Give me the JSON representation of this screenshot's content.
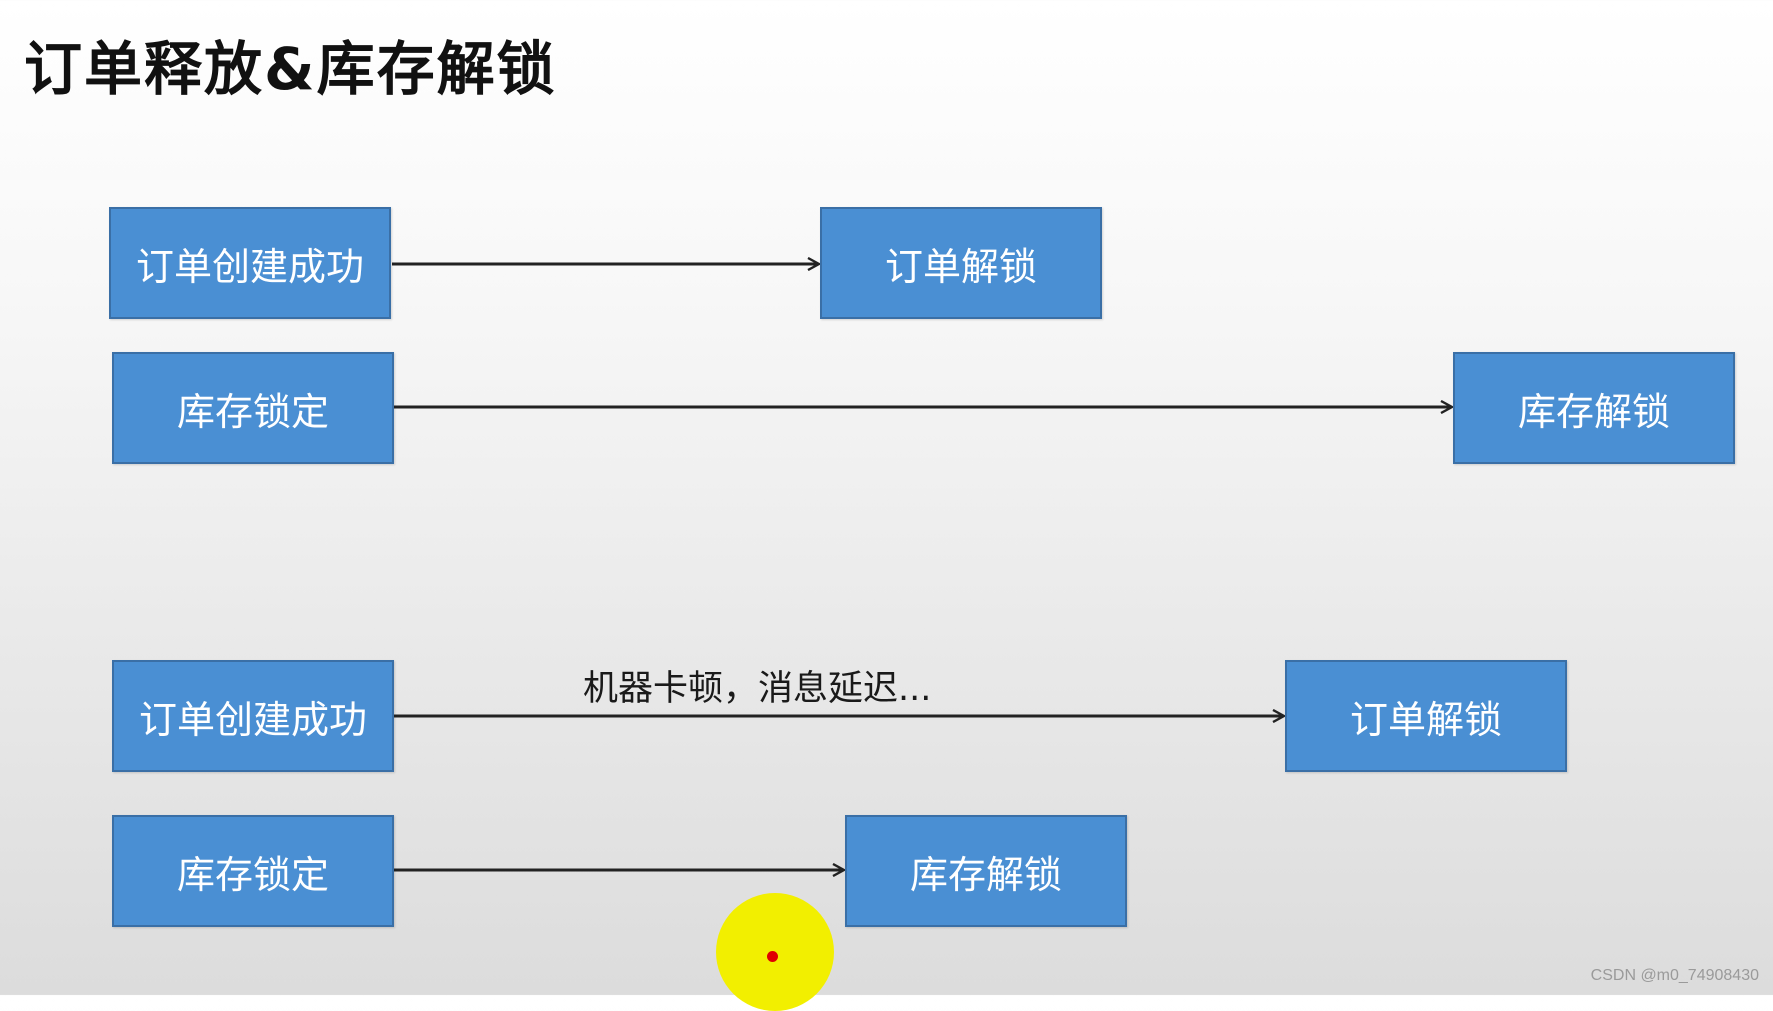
{
  "title": "订单释放&库存解锁",
  "scenario_normal": {
    "order_created": "订单创建成功",
    "order_unlock": "订单解锁",
    "stock_lock": "库存锁定",
    "stock_unlock": "库存解锁"
  },
  "scenario_delayed": {
    "order_created": "订单创建成功",
    "delay_note": "机器卡顿，消息延迟...",
    "order_unlock": "订单解锁",
    "stock_lock": "库存锁定",
    "stock_unlock": "库存解锁"
  },
  "colors": {
    "box_fill": "#4a8fd3",
    "box_border": "#3a6fa6",
    "box_text": "#ffffff",
    "arrow": "#222222",
    "cursor_highlight": "#f2ef00",
    "cursor_dot": "#e00000"
  },
  "watermark": "CSDN @m0_74908430"
}
